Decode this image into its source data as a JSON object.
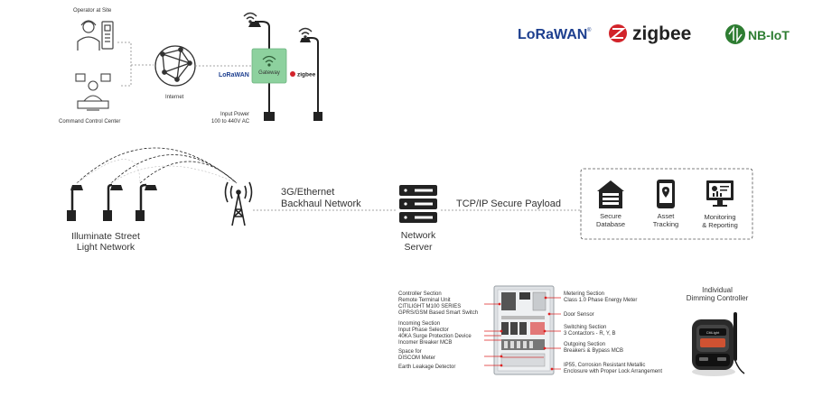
{
  "top": {
    "operator_label": "Operator at Site",
    "command_label": "Command Control Center",
    "internet_label": "Internet",
    "gateway_label": "Gateway",
    "lorawan_small": "LoRaWAN",
    "zigbee_small": "zigbee",
    "input_power_line1": "Input Power",
    "input_power_line2": "100 to 440V AC"
  },
  "brands": {
    "lorawan": "LoRaWAN",
    "lorawan_mark": "®",
    "zigbee": "zigbee",
    "nbiot": "NB-IoT",
    "lora_color": "#1d3f8f",
    "zigbee_color": "#d2232a",
    "nbiot_color": "#2e7d32",
    "gateway_color": "#8dd19e"
  },
  "network": {
    "streetlight_line1": "Illuminate Street",
    "streetlight_line2": "Light Network",
    "backhaul_line1": "3G/Ethernet",
    "backhaul_line2": "Backhaul Network",
    "server_line1": "Network",
    "server_line2": "Server",
    "payload_label": "TCP/IP Secure Payload",
    "services": [
      {
        "line1": "Secure",
        "line2": "Database",
        "icon": "database-icon"
      },
      {
        "line1": "Asset",
        "line2": "Tracking",
        "icon": "asset-tracking-icon"
      },
      {
        "line1": "Monitoring",
        "line2": "& Reporting",
        "icon": "monitoring-icon"
      }
    ]
  },
  "panel": {
    "left": [
      {
        "lines": [
          "Controller Section",
          "Remote Terminal Unit",
          "CITILIGHT M100 SERIES",
          "GPRS/GSM Based Smart Switch"
        ]
      },
      {
        "lines": [
          "Incoming Section",
          "Input Phase Selector",
          "40KA Surge Protection Device",
          "Incomer Breaker MCB"
        ]
      },
      {
        "lines": [
          "Space for",
          "DISCOM Meter"
        ]
      },
      {
        "lines": [
          "Earth Leakage Detector"
        ]
      }
    ],
    "right": [
      {
        "lines": [
          "Metering Section",
          "Class 1.0 Phase Energy Meter"
        ]
      },
      {
        "lines": [
          "Door Sensor"
        ]
      },
      {
        "lines": [
          "Switching Section",
          "3 Contactors - R, Y, B"
        ]
      },
      {
        "lines": [
          "Outgoing Section",
          "Breakers & Bypass MCB"
        ]
      },
      {
        "lines": [
          "IP55, Corrosion Resistant Metallic",
          "Enclosure with Proper Lock Arrangement"
        ]
      }
    ]
  },
  "dimming": {
    "title_line1": "Individual",
    "title_line2": "Dimming Controller",
    "brand": "CitiLight"
  }
}
